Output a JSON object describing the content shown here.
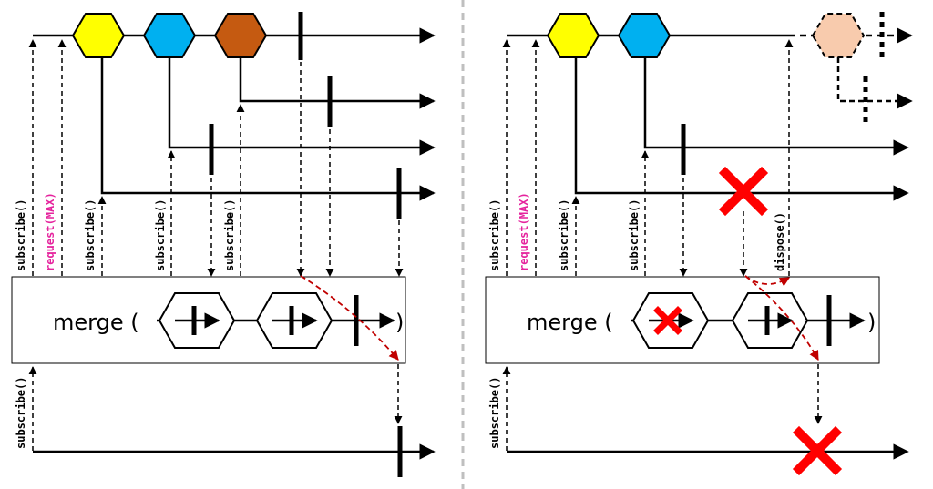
{
  "colors": {
    "yellow": "#ffff00",
    "blue": "#00b0f0",
    "brown": "#c55a11",
    "peach": "#f8cbad",
    "pink": "#e5239d",
    "red": "#ff0000",
    "separator": "#bfbfbf"
  },
  "left_panel": {
    "labels": {
      "subscribe_source": "subscribe()",
      "request_max": "request(MAX)",
      "subscribe_inner1": "subscribe()",
      "subscribe_inner2": "subscribe()",
      "subscribe_inner3": "subscribe()",
      "subscribe_result": "subscribe()"
    },
    "merge_open": "merge (",
    "merge_close": ")"
  },
  "right_panel": {
    "labels": {
      "subscribe_source": "subscribe()",
      "request_max": "request(MAX)",
      "subscribe_inner1": "subscribe()",
      "subscribe_inner2": "subscribe()",
      "dispose": "dispose()",
      "subscribe_result": "subscribe()"
    },
    "merge_open": "merge (",
    "merge_close": ")"
  }
}
